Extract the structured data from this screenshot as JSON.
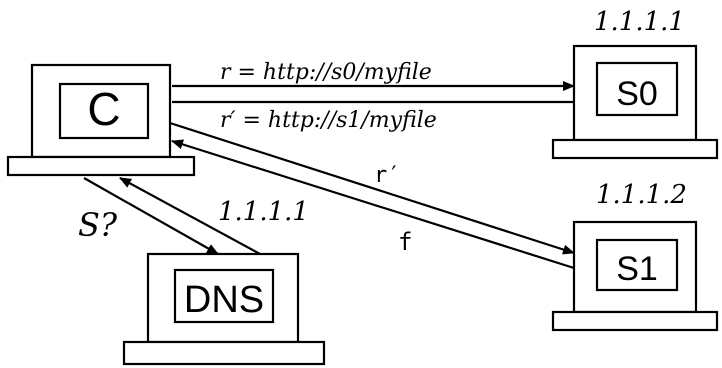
{
  "nodes": {
    "client": {
      "label": "C"
    },
    "dns": {
      "label": "DNS",
      "address": "1.1.1.1"
    },
    "s0": {
      "label": "S0",
      "address": "1.1.1.1"
    },
    "s1": {
      "label": "S1",
      "address": "1.1.1.2"
    }
  },
  "edges": {
    "request_s0": {
      "label": "r = http://s0/myfile"
    },
    "request_s1": {
      "label": "r′ = http://s1/myfile"
    },
    "diag_request": {
      "label": "r′"
    },
    "diag_response": {
      "label": "f"
    },
    "dns_query": {
      "label": "S?"
    }
  }
}
